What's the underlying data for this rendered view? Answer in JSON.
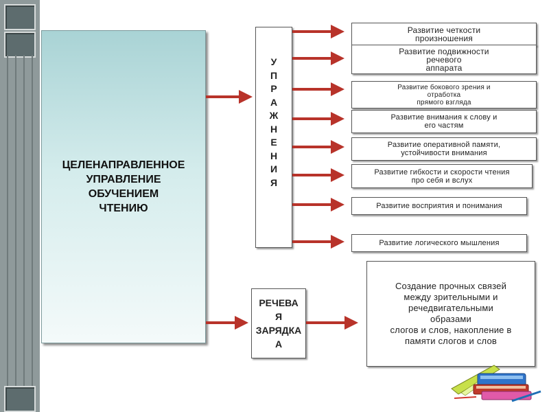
{
  "main": {
    "text": "ЦЕЛЕНАПРАВЛЕННОЕ\nУПРАВЛЕНИЕ\nОБУЧЕНИЕМ\nЧТЕНИЮ"
  },
  "exercises": {
    "letters": [
      "У",
      "П",
      "Р",
      "А",
      "Ж",
      "Н",
      "Е",
      "Н",
      "И",
      "Я"
    ]
  },
  "items": [
    "Развитие четкости\nпроизношения",
    "Развитие подвижности\nречевого\nаппарата",
    "Развитие бокового зрения и\nотработка\nпрямого взгляда",
    "Развитие внимания к слову и\nего частям",
    "Развитие оперативной памяти,\nустойчивости внимания",
    "Развитие гибкости и скорости чтения\nпро себя и вслух",
    "Развитие восприятия и понимания",
    "Развитие логического мышления"
  ],
  "speech": {
    "text": "РЕЧЕВА\nЯ\nЗАРЯДКА\nА"
  },
  "result": {
    "text": "Создание прочных связей\nмежду зрительными и\nречедвигательными\nобразами\nслогов и слов, накопление в\nпамяти слогов и слов"
  },
  "colors": {
    "arrow": "#b8332a",
    "rail": "#8f9a9b",
    "main_box_top": "#a9d3d5"
  }
}
